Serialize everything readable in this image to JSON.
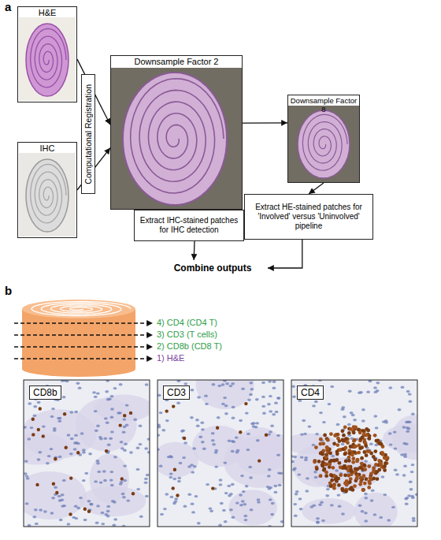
{
  "diagram": {
    "nodes": [
      {
        "text": [
          "H&E"
        ]
      },
      {
        "text": [
          "IHC"
        ]
      },
      {
        "text": [
          "Computational Registration"
        ]
      },
      {
        "text": [
          "Downsample Factor 2"
        ]
      },
      {
        "text": [
          "Downsample Factor 8"
        ]
      },
      {
        "text": [
          "Extract IHC-stained patches for IHC detection"
        ]
      },
      {
        "text": [
          "Extract HE-stained patches for 'Involved' versus 'Uninvolved' pipeline"
        ]
      },
      {
        "text": [
          "Combine outputs"
        ]
      },
      {
        "text": [
          "CD8b"
        ]
      },
      {
        "text": [
          "CD3"
        ]
      },
      {
        "text": [
          "CD4"
        ]
      }
    ],
    "edges": [
      {
        "from": 0,
        "to": 3,
        "arrow": "to"
      },
      {
        "from": 1,
        "to": 3,
        "arrow": "to"
      },
      {
        "from": 3,
        "to": 4,
        "arrow": "to"
      },
      {
        "from": 4,
        "to": 6,
        "arrow": "to"
      },
      {
        "from": 5,
        "to": 7,
        "arrow": "to"
      },
      {
        "from": 6,
        "to": 7,
        "arrow": "to"
      }
    ],
    "labels": [
      "a",
      "b",
      "4) CD4 (CD4 T)",
      "3) CD3 (T cells)",
      "2) CD8b (CD8 T)",
      "1) H&E"
    ]
  }
}
